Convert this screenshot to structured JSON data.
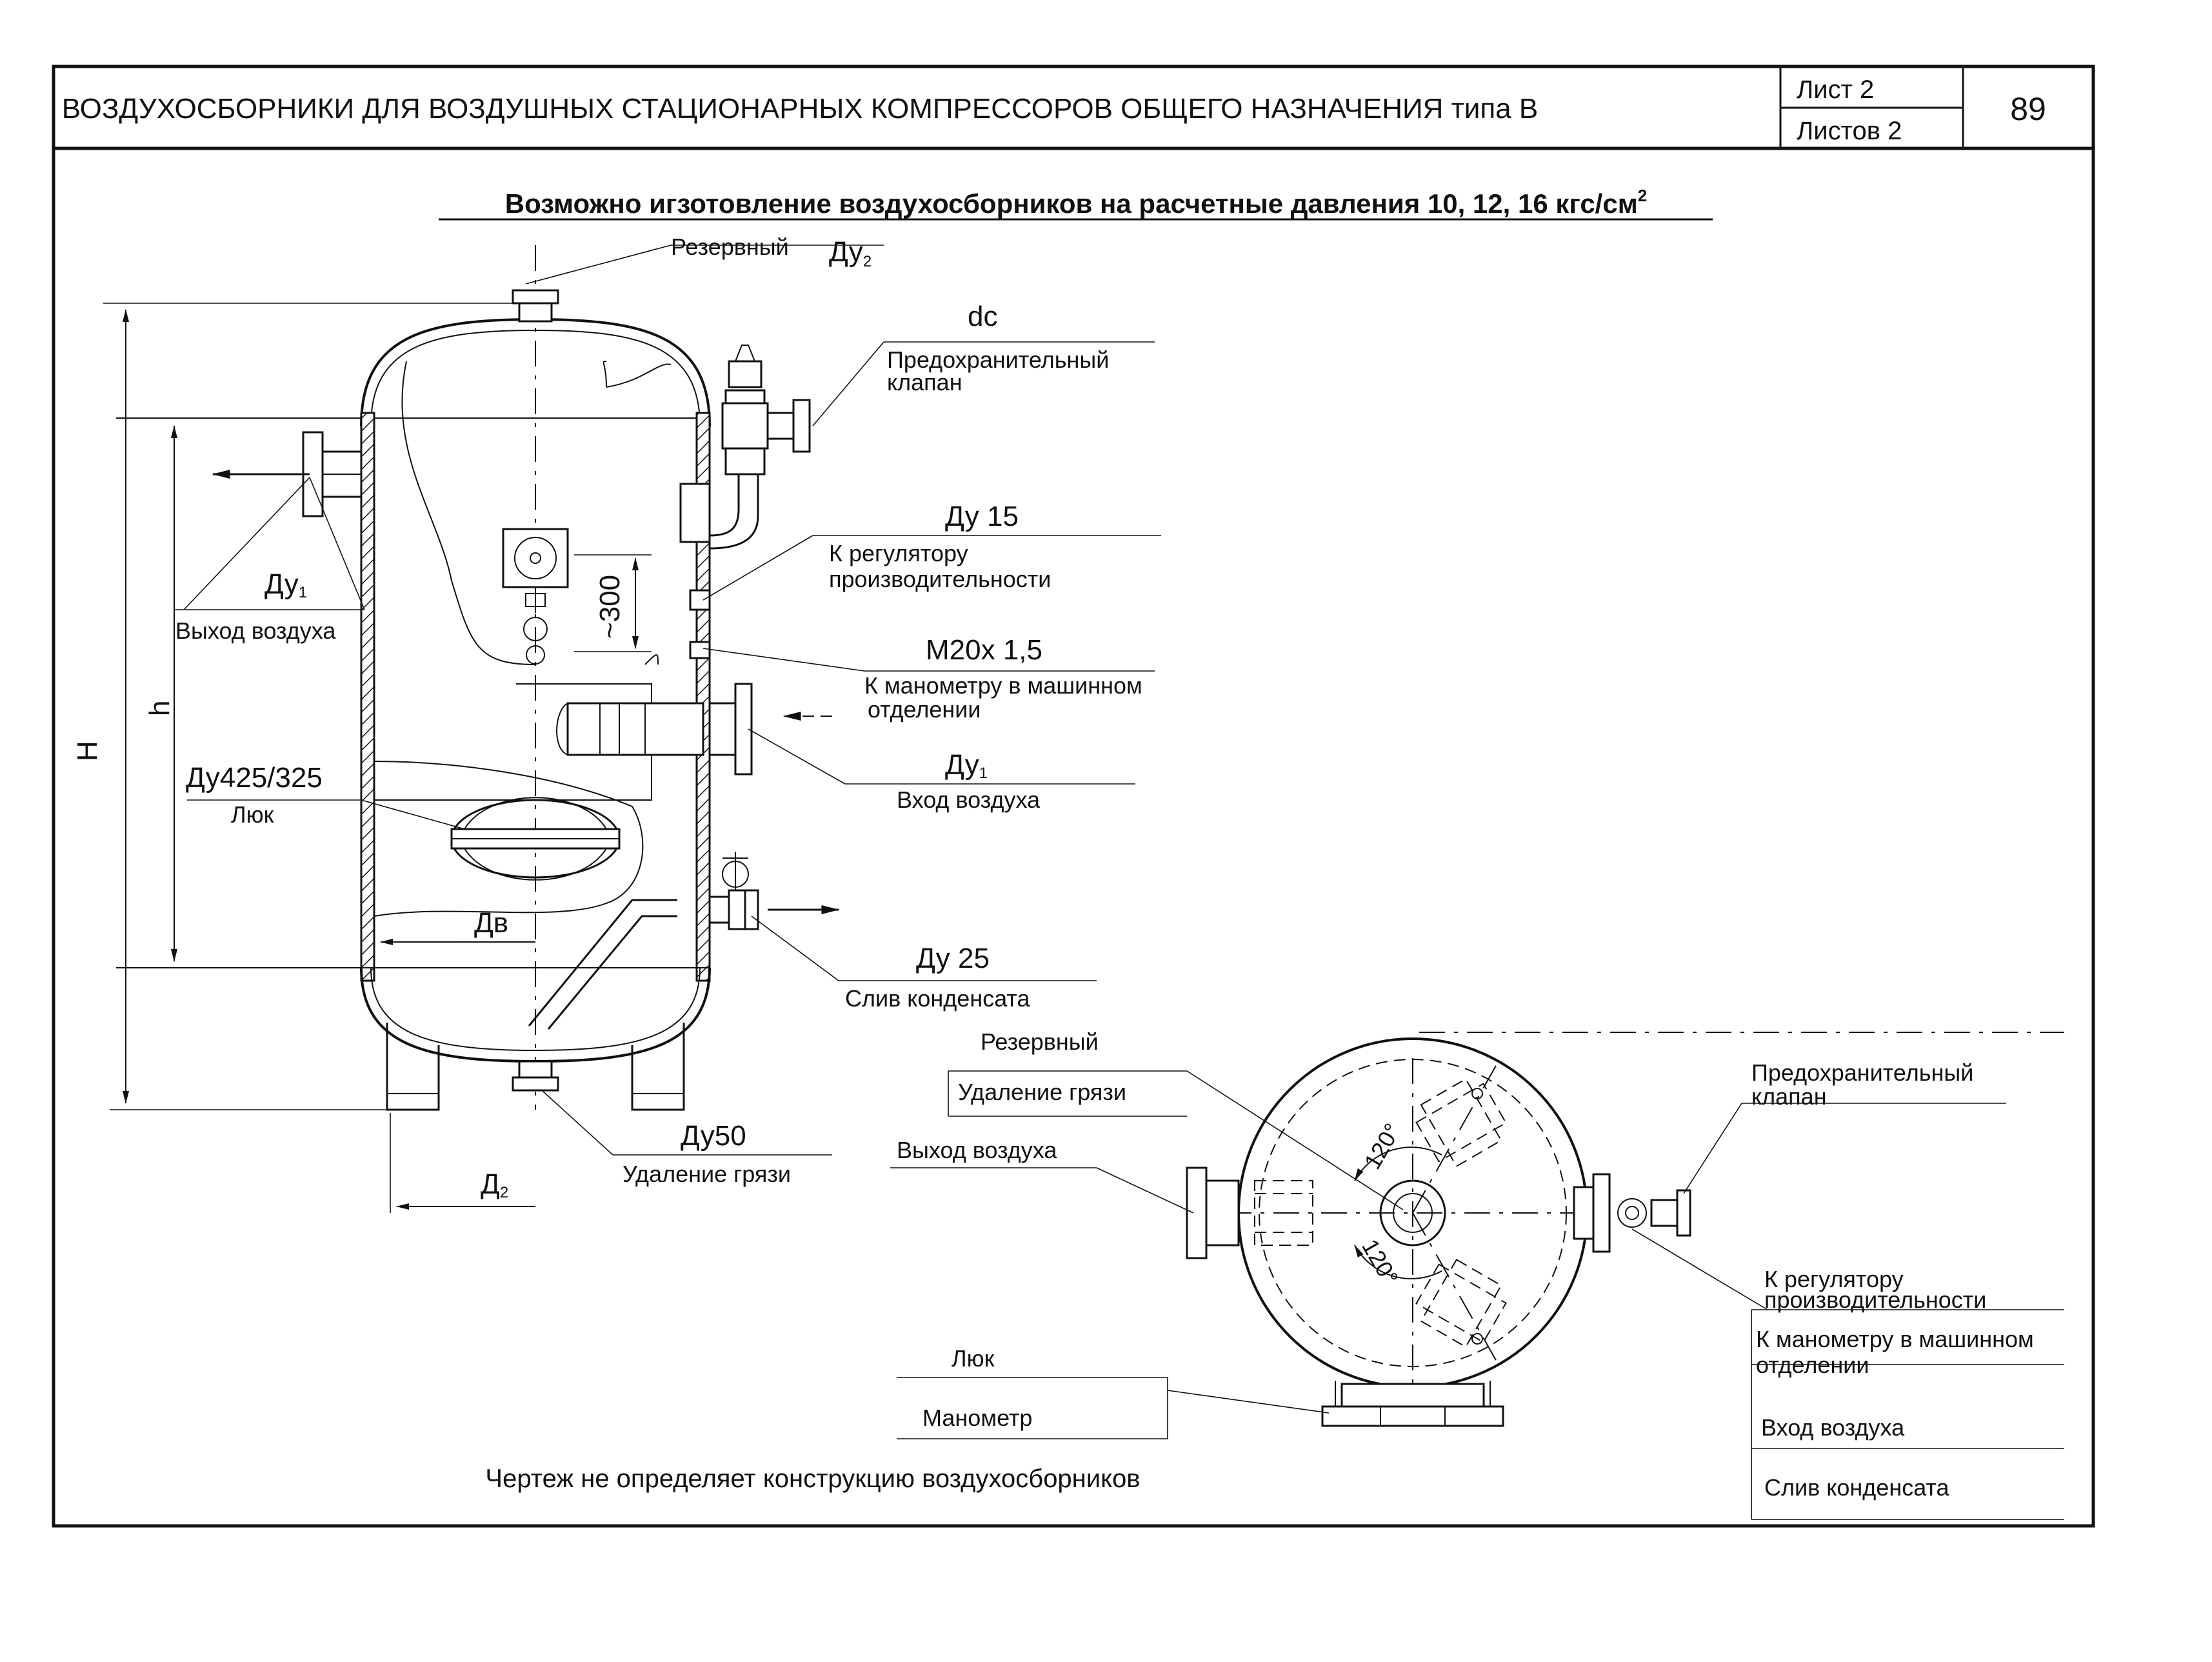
{
  "header": {
    "title": "ВОЗДУХОСБОРНИКИ ДЛЯ ВОЗДУШНЫХ СТАЦИОНАРНЫХ КОМПРЕССОРОВ ОБЩЕГО НАЗНАЧЕНИЯ типа В",
    "sheet": "Лист 2",
    "sheets_total": "Листов 2",
    "page_number": "89"
  },
  "subtitle": {
    "text": "Возможно игзотовление воздухосборников на расчетные давления 10, 12, 16 кгс/см",
    "superscript": "2"
  },
  "side_view": {
    "top_reserve": "Резервный",
    "top_reserve_dn": "Ду",
    "top_reserve_dn_sub": "2",
    "dc": "dc",
    "safety_valve": [
      "Предохранительный",
      "клапан"
    ],
    "dn15": "Ду 15",
    "to_regulator": [
      "К регулятору",
      "производительности"
    ],
    "m20": "М20х 1,5",
    "to_manometer": [
      "К манометру  в машинном",
      "отделении"
    ],
    "inlet_dn": "Ду",
    "inlet_dn_sub": "1",
    "inlet": "Вход воздуха",
    "outlet_dn": "Ду",
    "outlet_dn_sub": "1",
    "outlet": "Выход воздуха",
    "dim_300": "~300",
    "dim_H": "H",
    "dim_h": "h",
    "hatch_dn": "Ду425/325",
    "hatch": "Люк",
    "dim_Dv": "Дв",
    "dn25": "Ду 25",
    "drain": "Слив конденсата",
    "dn50": "Ду50",
    "dirt": "Удаление грязи",
    "dim_D2": "Д",
    "dim_D2_sub": "2"
  },
  "top_view": {
    "reserve": "Резервный",
    "dirt": "Удаление грязи",
    "outlet": "Выход воздуха",
    "hatch": "Люк",
    "manometer": "Манометр",
    "angle_top": "120°",
    "angle_bottom": "120°",
    "safety_valve": [
      "Предохранительный",
      "клапан"
    ],
    "to_regulator": [
      "К регулятору",
      "производительности"
    ],
    "to_manometer": [
      "К манометру  в машинном",
      "отделении"
    ],
    "inlet": "Вход воздуха",
    "drain": "Слив конденсата"
  },
  "footer_note": "Чертеж не определяет конструкцию воздухосборников"
}
